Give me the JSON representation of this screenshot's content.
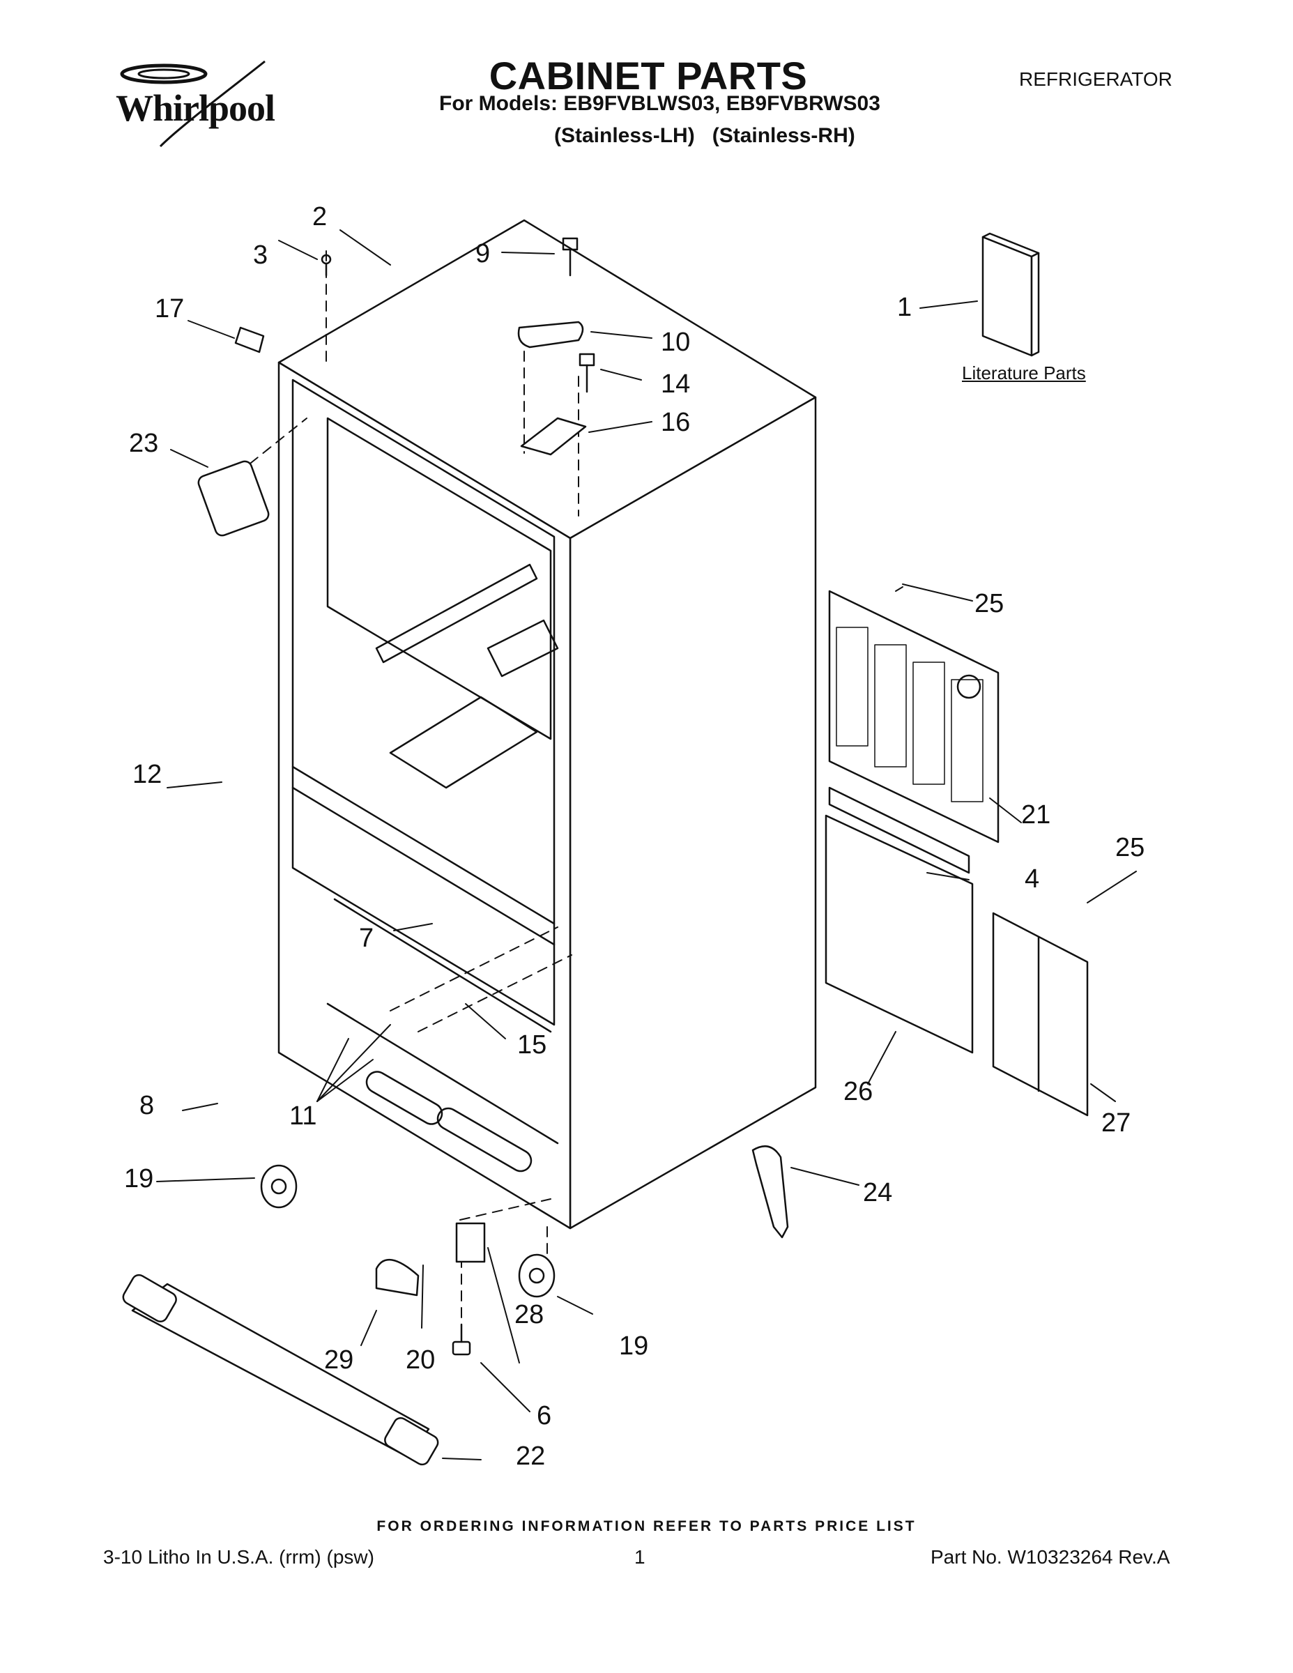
{
  "header": {
    "brand": "Whirlpool",
    "title": "CABINET PARTS",
    "models_line": "For Models: EB9FVBLWS03, EB9FVBRWS03",
    "variants_line": "(Stainless-LH)   (Stainless-RH)",
    "category": "REFRIGERATOR"
  },
  "literature_label": "Literature Parts",
  "callouts": [
    "1",
    "2",
    "3",
    "4",
    "6",
    "7",
    "8",
    "9",
    "10",
    "11",
    "12",
    "14",
    "15",
    "16",
    "17",
    "19",
    "19",
    "20",
    "21",
    "22",
    "23",
    "24",
    "25",
    "25",
    "26",
    "27",
    "28",
    "29"
  ],
  "footer": {
    "ordering_note": "FOR ORDERING INFORMATION REFER TO PARTS PRICE LIST",
    "litho": "3-10 Litho In U.S.A. (rrm) (psw)",
    "page_number": "1",
    "part_number": "Part No. W10323264 Rev.A"
  }
}
